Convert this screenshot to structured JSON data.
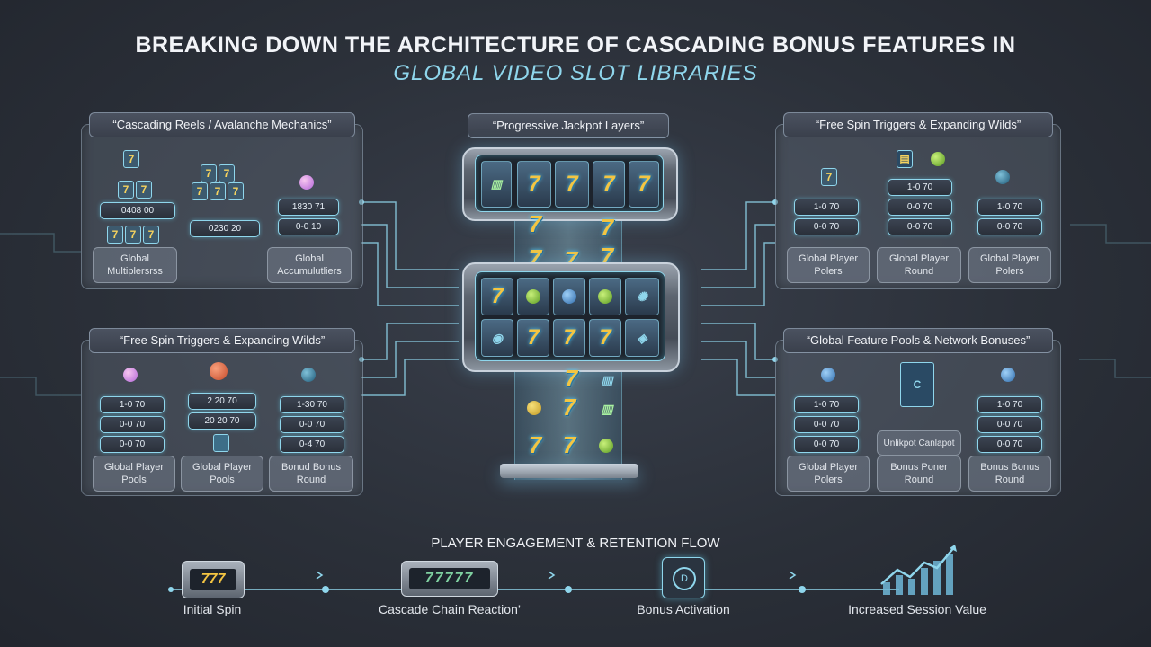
{
  "title": {
    "line1": "BREAKING DOWN THE ARCHITECTURE OF CASCADING BONUS FEATURES IN",
    "line2": "GLOBAL VIDEO SLOT LIBRARIES"
  },
  "colors": {
    "accent": "#8fd6ec",
    "gold": "#f4c542",
    "background": "#2b3039"
  },
  "panels": {
    "top_left": {
      "title": "“Cascading Reels / Avalanche Mechanics”",
      "pills_left": [
        "0408 00"
      ],
      "pills_mid": [
        "0230 20"
      ],
      "pills_right": [
        "1830 71",
        "0-0 10"
      ],
      "labels": [
        "Global Multiplersrss",
        "Global Accumulutliers"
      ]
    },
    "top_center": {
      "title": "“Progressive Jackpot Layers”"
    },
    "top_right": {
      "title": "“Free Spin Triggers & Expanding Wilds”",
      "pills_left": [
        "1-0 70",
        "0-0 70"
      ],
      "pills_mid": [
        "1-0 70",
        "0-0 70",
        "0-0 70"
      ],
      "pills_right": [
        "1-0 70",
        "0-0 70"
      ],
      "labels": [
        "Global Player Polers",
        "Global Player Round",
        "Global Player Polers"
      ]
    },
    "mid_left": {
      "title": "“Free Spin Triggers & Expanding Wilds”",
      "pills_left": [
        "1-0 70",
        "0-0 70",
        "0-0 70"
      ],
      "pills_mid": [
        "2 20 70",
        "20 20 70"
      ],
      "pills_right": [
        "1-30 70",
        "0-0 70",
        "0-4 70"
      ],
      "labels": [
        "Global Player Pools",
        "Global Player Pools",
        "Bonud Bonus Round"
      ]
    },
    "mid_right": {
      "title": "“Global Feature Pools & Network Bonuses”",
      "pills_left": [
        "1-0 70",
        "0-0 70",
        "0-0 70"
      ],
      "center_text": "Unlikpot Canlapot",
      "pills_right": [
        "1-0 70",
        "0-0 70",
        "0-0 70"
      ],
      "labels": [
        "Global Player Polers",
        "Bonus Poner Round",
        "Bonus Bonus Round"
      ]
    }
  },
  "flow": {
    "title": "PLAYER ENGAGEMENT & RETENTION FLOW",
    "steps": [
      "Initial Spin",
      "Cascade Chain Reaction’",
      "Bonus Activation",
      "Increased Session Value"
    ]
  },
  "icons": {
    "initial_spin": "mini-slot-machine-icon",
    "cascade": "reel-strip-icon",
    "bonus": "bonus-dial-icon",
    "session_value": "rising-chart-icon"
  }
}
